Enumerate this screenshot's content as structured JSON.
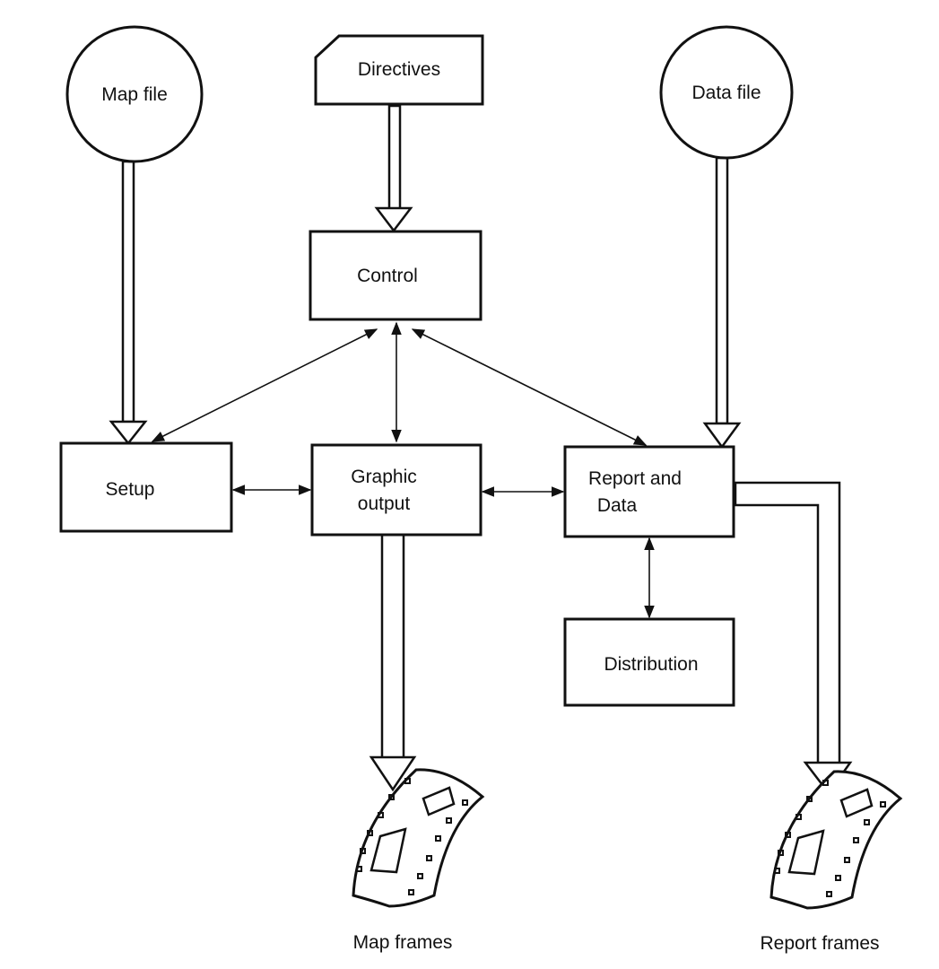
{
  "diagram": {
    "nodes": {
      "map_file": "Map file",
      "directives": "Directives",
      "data_file": "Data file",
      "control": "Control",
      "setup": "Setup",
      "graphic_output_line1": "Graphic",
      "graphic_output_line2": "output",
      "report_data_line1": "Report and",
      "report_data_line2": "Data",
      "distribution": "Distribution",
      "map_frames": "Map frames",
      "report_frames": "Report frames"
    },
    "edges": [
      {
        "from": "Map file",
        "to": "Setup",
        "kind": "data-flow"
      },
      {
        "from": "Directives",
        "to": "Control",
        "kind": "data-flow"
      },
      {
        "from": "Data file",
        "to": "Report and Data",
        "kind": "data-flow"
      },
      {
        "from": "Control",
        "to": "Setup",
        "kind": "bidirectional"
      },
      {
        "from": "Control",
        "to": "Graphic output",
        "kind": "bidirectional"
      },
      {
        "from": "Control",
        "to": "Report and Data",
        "kind": "bidirectional"
      },
      {
        "from": "Setup",
        "to": "Graphic output",
        "kind": "bidirectional"
      },
      {
        "from": "Graphic output",
        "to": "Report and Data",
        "kind": "bidirectional"
      },
      {
        "from": "Report and Data",
        "to": "Distribution",
        "kind": "bidirectional"
      },
      {
        "from": "Graphic output",
        "to": "Map frames",
        "kind": "data-flow"
      },
      {
        "from": "Report and Data",
        "to": "Report frames",
        "kind": "data-flow"
      }
    ]
  }
}
